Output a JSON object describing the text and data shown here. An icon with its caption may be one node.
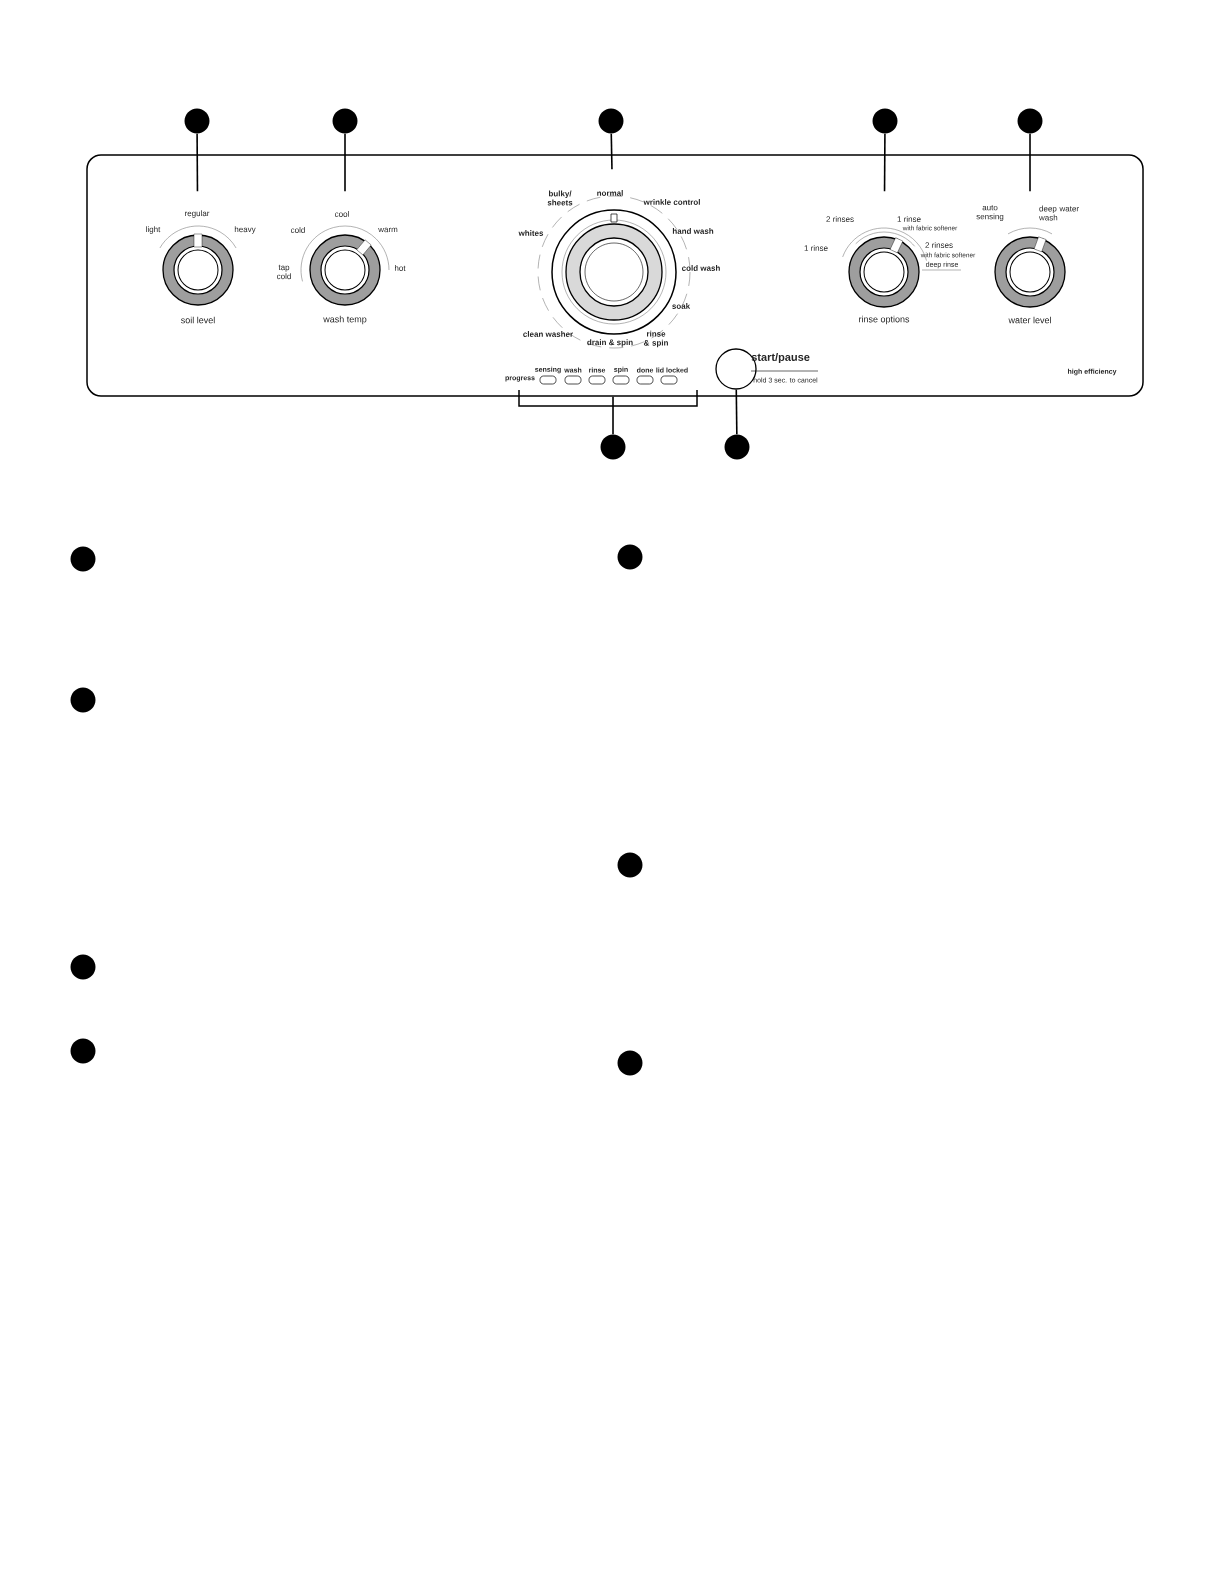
{
  "diagram": {
    "nodes": [
      {
        "text": [],
        "shape": "box"
      },
      {
        "text": [],
        "shape": "circle"
      },
      {
        "text": [],
        "shape": "circle"
      },
      {
        "text": [],
        "shape": "circle"
      },
      {
        "text": [],
        "shape": "circle"
      },
      {
        "text": [],
        "shape": "circle"
      },
      {
        "text": [],
        "shape": "circle",
        "in": 0,
        "beside": [
          "soil level"
        ]
      },
      {
        "text": [],
        "shape": "circle",
        "in": 0,
        "beside": [
          "wash temp"
        ]
      },
      {
        "text": [],
        "shape": "circle",
        "in": 0
      },
      {
        "text": [],
        "shape": "circle",
        "in": 0,
        "beside": [
          "rinse options"
        ]
      },
      {
        "text": [],
        "shape": "circle",
        "in": 0,
        "beside": [
          "water level"
        ]
      },
      {
        "text": [],
        "shape": "circle",
        "in": 0,
        "beside": [
          "start/pause",
          "hold 3 sec. to cancel"
        ]
      },
      {
        "text": [],
        "shape": "circle"
      },
      {
        "text": [],
        "shape": "circle"
      },
      {
        "text": [],
        "shape": "circle"
      },
      {
        "text": [],
        "shape": "circle"
      },
      {
        "text": [],
        "shape": "circle"
      },
      {
        "text": [],
        "shape": "circle"
      },
      {
        "text": [],
        "shape": "circle"
      },
      {
        "text": [],
        "shape": "circle"
      },
      {
        "text": [],
        "shape": "circle"
      }
    ],
    "edges": [
      {
        "from": 1,
        "to": 6,
        "arrow": "none"
      },
      {
        "from": 2,
        "to": 7,
        "arrow": "none"
      },
      {
        "from": 3,
        "to": 8,
        "arrow": "none"
      },
      {
        "from": 4,
        "to": 9,
        "arrow": "none"
      },
      {
        "from": 5,
        "to": 10,
        "arrow": "none"
      },
      {
        "from": 12,
        "to": 0,
        "arrow": "none"
      },
      {
        "from": 13,
        "to": 11,
        "arrow": "none"
      }
    ],
    "labels": [
      "light",
      "regular",
      "heavy",
      "tap cold",
      "cold",
      "cool",
      "warm",
      "hot",
      "bulky/ sheets",
      "normal",
      "wrinkle control",
      "whites",
      "hand wash",
      "cold wash",
      "soak",
      "clean washer",
      "drain & spin",
      "rinse & spin",
      "1 rinse",
      "2 rinses",
      "1 rinse",
      "with fabric softener",
      "2 rinses",
      "with fabric softener",
      "deep rinse",
      "auto sensing",
      "deep water wash",
      "progress",
      "sensing",
      "wash",
      "rinse",
      "spin",
      "done",
      "lid locked",
      "high efficiency"
    ]
  }
}
